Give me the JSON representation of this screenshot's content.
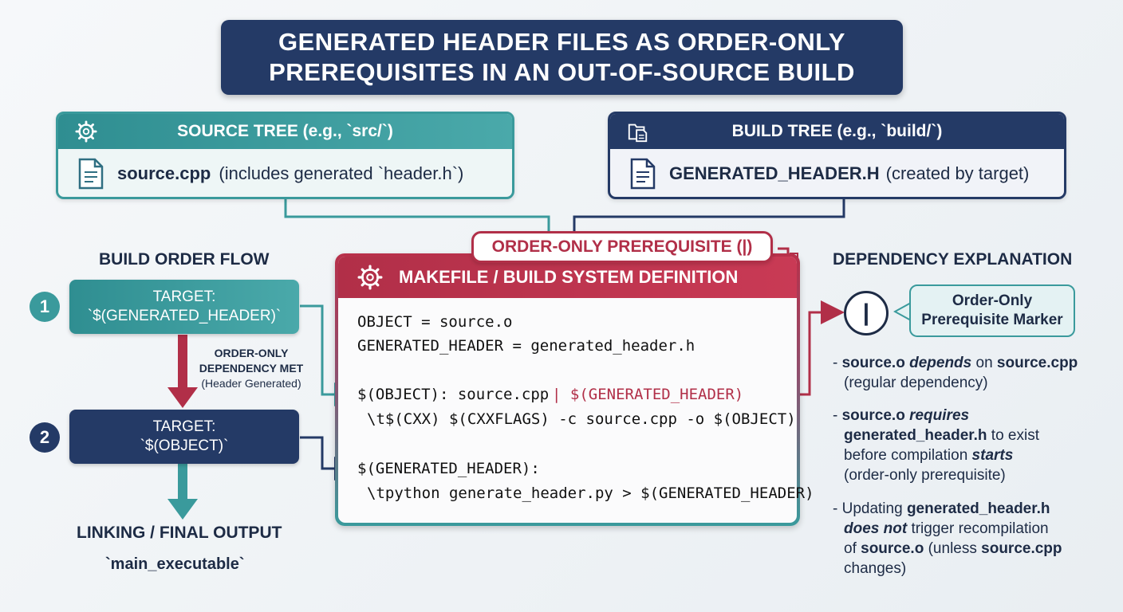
{
  "title": {
    "line1": "GENERATED HEADER FILES AS ORDER-ONLY",
    "line2": "PREREQUISITES IN AN OUT-OF-SOURCE BUILD"
  },
  "source_tree": {
    "header": "SOURCE TREE (e.g., `src/`)",
    "file_name": "source.cpp",
    "file_note": "(includes generated `header.h`)"
  },
  "build_tree": {
    "header": "BUILD TREE (e.g., `build/`)",
    "file_name": "GENERATED_HEADER.H",
    "file_note": "(created by target)"
  },
  "flow": {
    "title": "BUILD ORDER FLOW",
    "step1_num": "1",
    "step1_line1": "TARGET:",
    "step1_line2": "`$(GENERATED_HEADER)`",
    "note_line1": "ORDER-ONLY",
    "note_line2": "DEPENDENCY MET",
    "note_line3": "(Header Generated)",
    "step2_num": "2",
    "step2_line1": "TARGET:",
    "step2_line2": "`$(OBJECT)`",
    "final_title": "LINKING / FINAL OUTPUT",
    "final_name": "`main_executable`"
  },
  "makefile": {
    "pill": "ORDER-ONLY PREREQUISITE (|)",
    "header": "MAKEFILE / BUILD SYSTEM DEFINITION",
    "line1": "OBJECT = source.o",
    "line2": "GENERATED_HEADER = generated_header.h",
    "line3a": "$(OBJECT): source.cpp",
    "line3b": "| $(GENERATED_HEADER)",
    "line4": "\\t$(CXX) $(CXXFLAGS) -c source.cpp -o $(OBJECT)",
    "line5": "$(GENERATED_HEADER):",
    "line6": "\\tpython generate_header.py > $(GENERATED_HEADER)"
  },
  "explanation": {
    "title": "DEPENDENCY EXPLANATION",
    "marker_symbol": "|",
    "marker_line1": "Order-Only",
    "marker_line2": "Prerequisite Marker",
    "b1_dash": "- ",
    "b1_a": "source.o",
    "b1_b": "depends",
    "b1_c": " on ",
    "b1_d": "source.cpp",
    "b1_e": "(regular dependency)",
    "b2_dash": "- ",
    "b2_a": "source.o",
    "b2_b": "requires",
    "b2_c": "generated_header.h",
    "b2_d": " to exist",
    "b2_e": "before compilation ",
    "b2_f": "starts",
    "b2_g": "(order-only prerequisite)",
    "b3_dash": "- Updating ",
    "b3_a": "generated_header.h",
    "b3_b": "does not",
    "b3_c": " trigger recompilation",
    "b3_d": "of ",
    "b3_e": "source.o",
    "b3_f": " (unless ",
    "b3_g": "source.cpp",
    "b3_h": "changes)"
  },
  "colors": {
    "navy": "#243a66",
    "teal": "#3a9a9c",
    "crimson": "#b12f48"
  }
}
